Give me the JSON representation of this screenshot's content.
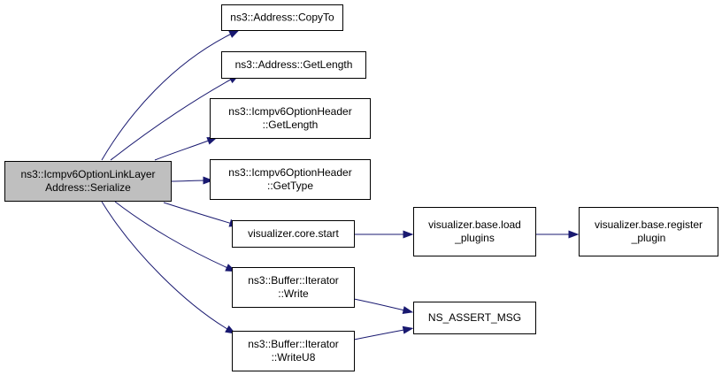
{
  "diagram": {
    "colors": {
      "root_fill": "#bfbfbf",
      "node_fill": "#ffffff",
      "border": "#000000",
      "edge": "#191970"
    },
    "nodes": [
      {
        "id": "serialize",
        "lines": [
          "ns3::Icmpv6OptionLinkLayer",
          "Address::Serialize"
        ],
        "root": true
      },
      {
        "id": "copyto",
        "lines": [
          "ns3::Address::CopyTo"
        ]
      },
      {
        "id": "address-getlength",
        "lines": [
          "ns3::Address::GetLength"
        ]
      },
      {
        "id": "optionheader-getlength",
        "lines": [
          "ns3::Icmpv6OptionHeader",
          "::GetLength"
        ]
      },
      {
        "id": "optionheader-gettype",
        "lines": [
          "ns3::Icmpv6OptionHeader",
          "::GetType"
        ]
      },
      {
        "id": "core-start",
        "lines": [
          "visualizer.core.start"
        ]
      },
      {
        "id": "base-load-plugins",
        "lines": [
          "visualizer.base.load",
          "_plugins"
        ]
      },
      {
        "id": "base-register-plugin",
        "lines": [
          "visualizer.base.register",
          "_plugin"
        ]
      },
      {
        "id": "iterator-write",
        "lines": [
          "ns3::Buffer::Iterator",
          "::Write"
        ]
      },
      {
        "id": "assert-msg",
        "lines": [
          "NS_ASSERT_MSG"
        ]
      },
      {
        "id": "iterator-writeu8",
        "lines": [
          "ns3::Buffer::Iterator",
          "::WriteU8"
        ]
      }
    ],
    "edges": [
      {
        "from": "serialize",
        "to": "copyto"
      },
      {
        "from": "serialize",
        "to": "address-getlength"
      },
      {
        "from": "serialize",
        "to": "optionheader-getlength"
      },
      {
        "from": "serialize",
        "to": "optionheader-gettype"
      },
      {
        "from": "serialize",
        "to": "core-start"
      },
      {
        "from": "serialize",
        "to": "iterator-write"
      },
      {
        "from": "serialize",
        "to": "iterator-writeu8"
      },
      {
        "from": "core-start",
        "to": "base-load-plugins"
      },
      {
        "from": "base-load-plugins",
        "to": "base-register-plugin"
      },
      {
        "from": "iterator-write",
        "to": "assert-msg"
      },
      {
        "from": "iterator-writeu8",
        "to": "assert-msg"
      }
    ]
  }
}
